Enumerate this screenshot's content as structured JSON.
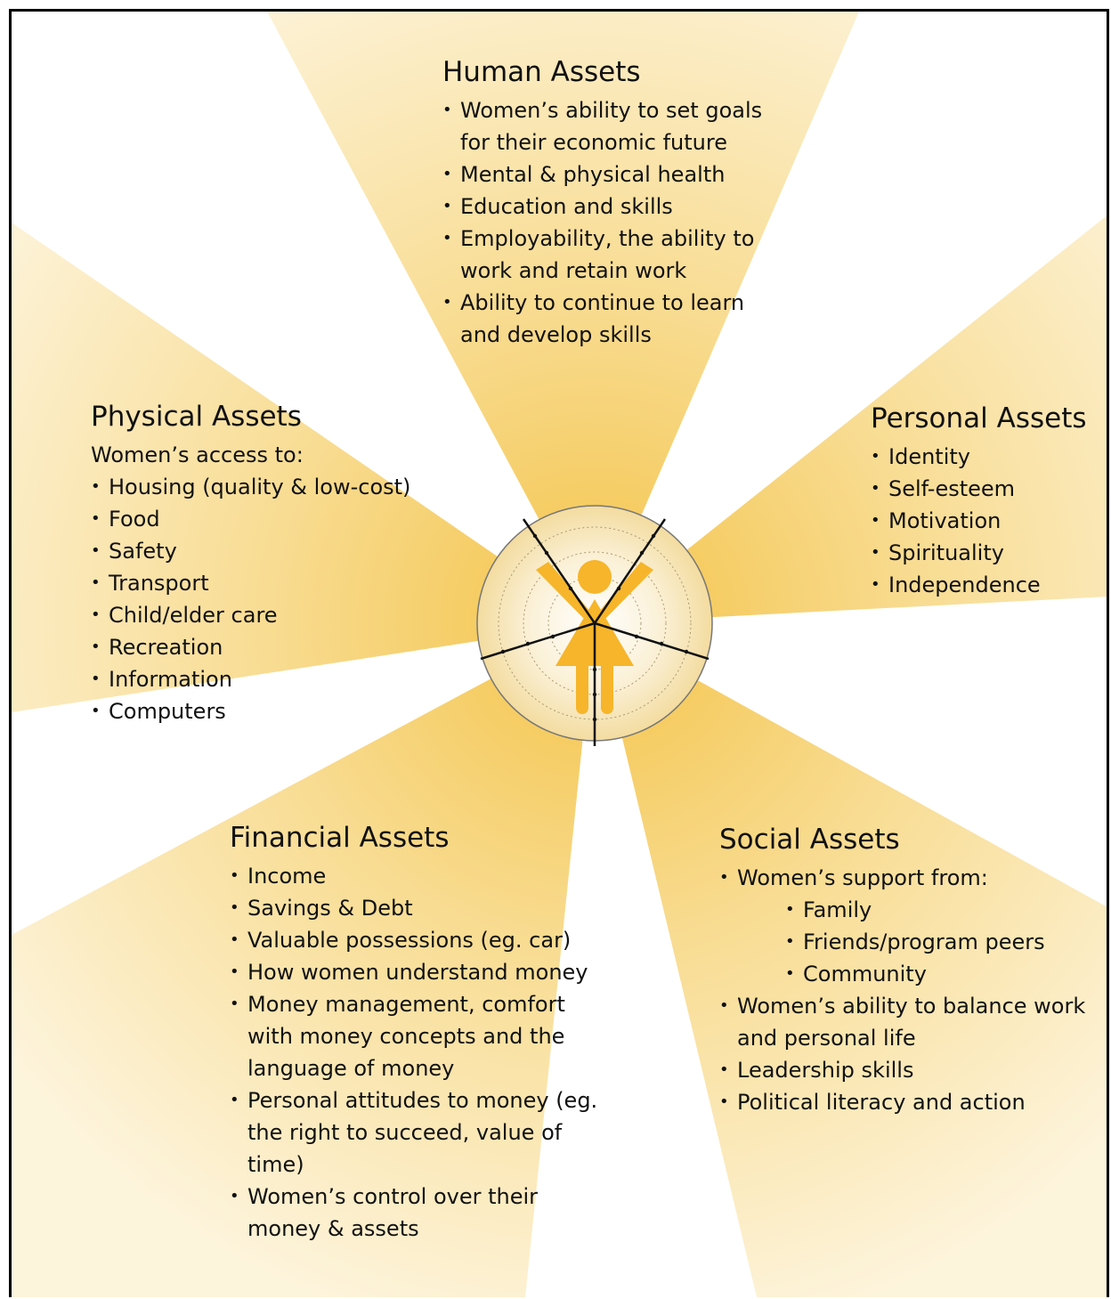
{
  "colors": {
    "ray": "#f6d98a",
    "ray_fade": "#fdf3d8",
    "hub": "#f7e6b4",
    "figure": "#f6b52a",
    "line": "#111111"
  },
  "hub_icon": "woman-figure-icon",
  "sections": {
    "human": {
      "title": "Human Assets",
      "items": [
        "Women’s ability to set goals for their economic future",
        "Mental & physical health",
        "Education and skills",
        "Employability, the ability to work and retain work",
        "Ability to continue to learn and develop skills"
      ]
    },
    "physical": {
      "title": "Physical Assets",
      "intro": "Women’s access to:",
      "items": [
        "Housing (quality & low-cost)",
        "Food",
        "Safety",
        "Transport",
        "Child/elder care",
        "Recreation",
        "Information",
        "Computers"
      ]
    },
    "personal": {
      "title": "Personal Assets",
      "items": [
        "Identity",
        "Self-esteem",
        "Motivation",
        "Spirituality",
        "Independence"
      ]
    },
    "financial": {
      "title": "Financial Assets",
      "items": [
        "Income",
        "Savings & Debt",
        "Valuable possessions (eg. car)",
        "How women understand money",
        "Money management, comfort with money concepts and the language of money",
        "Personal attitudes to money (eg. the right to succeed, value of time)",
        "Women’s control over their money & assets"
      ]
    },
    "social": {
      "title": "Social Assets",
      "items": [
        "Women’s support from:",
        "Family",
        "Friends/program peers",
        "Community",
        "Women’s ability to balance work and personal life",
        "Leadership skills",
        "Political literacy and action"
      ]
    }
  }
}
